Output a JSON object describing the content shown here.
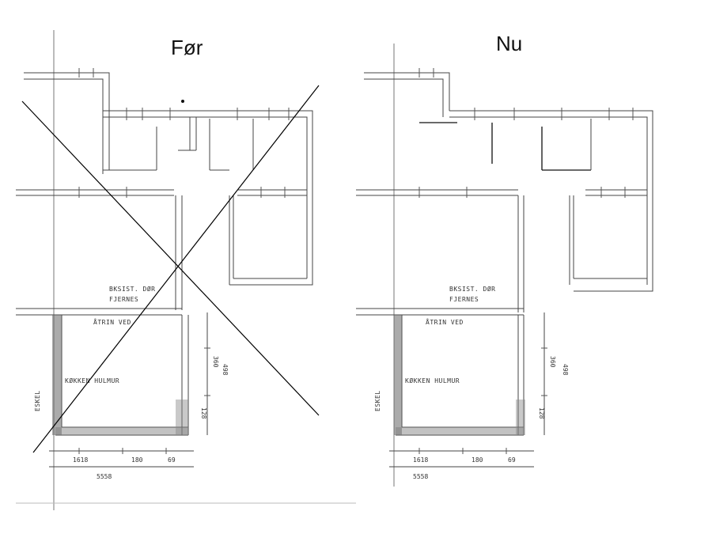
{
  "panels": {
    "before": {
      "title": "Før",
      "crossed_out": true
    },
    "after": {
      "title": "Nu",
      "crossed_out": false
    }
  },
  "plan_labels": {
    "note_line1": "BKSIST. DØR",
    "note_line2": "FJERNES",
    "room_upper": "ÅTRIN VED",
    "room_lower": "KØKKEN  HULMUR",
    "side_left": "ESKEL",
    "dim_vertical_1": "360",
    "dim_vertical_2": "498",
    "dim_vertical_3": "128",
    "dim_bottom_1": "1618",
    "dim_bottom_2": "180",
    "dim_bottom_3": "69",
    "dim_total": "5558"
  },
  "colors": {
    "line": "#333333",
    "cross": "#000000",
    "background": "#ffffff"
  }
}
